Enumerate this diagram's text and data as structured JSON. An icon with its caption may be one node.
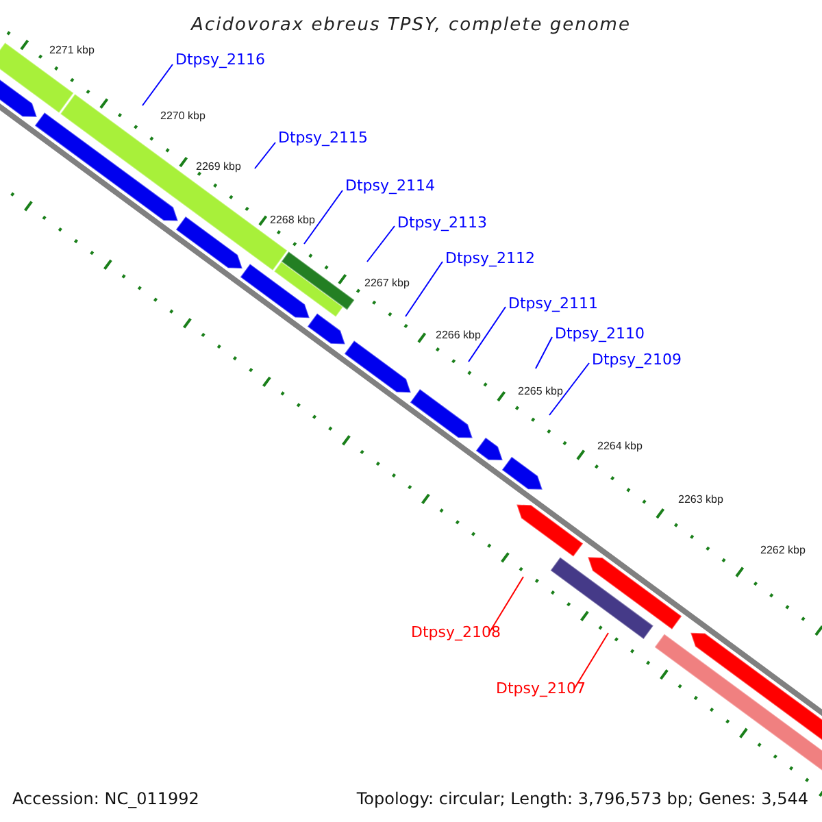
{
  "diagram": {
    "title": "Acidovorax ebreus TPSY, complete genome",
    "nodes": [
      {
        "text": [
          "Dtpsy_2116"
        ]
      },
      {
        "text": [
          "Dtpsy_2115"
        ]
      },
      {
        "text": [
          "Dtpsy_2114"
        ]
      },
      {
        "text": [
          "Dtpsy_2113"
        ]
      },
      {
        "text": [
          "Dtpsy_2112"
        ]
      },
      {
        "text": [
          "Dtpsy_2111"
        ]
      },
      {
        "text": [
          "Dtpsy_2110"
        ]
      },
      {
        "text": [
          "Dtpsy_2109"
        ]
      },
      {
        "text": [
          "Dtpsy_2108"
        ]
      },
      {
        "text": [
          "Dtpsy_2107"
        ]
      }
    ],
    "edges": [
      {
        "from": 0,
        "to": null,
        "arrow": "none"
      },
      {
        "from": 1,
        "to": null,
        "arrow": "none"
      },
      {
        "from": 2,
        "to": null,
        "arrow": "none"
      },
      {
        "from": 3,
        "to": null,
        "arrow": "none"
      },
      {
        "from": 4,
        "to": null,
        "arrow": "none"
      },
      {
        "from": 5,
        "to": null,
        "arrow": "none"
      },
      {
        "from": 6,
        "to": null,
        "arrow": "none"
      },
      {
        "from": 7,
        "to": null,
        "arrow": "none"
      },
      {
        "from": 8,
        "to": null,
        "arrow": "none",
        "color": "#ff0000"
      },
      {
        "from": 9,
        "to": null,
        "arrow": "none",
        "color": "#ff0000"
      }
    ],
    "labels": [
      "2271 kbp",
      "2270 kbp",
      "2269 kbp",
      "2268 kbp",
      "2267 kbp",
      "2266 kbp",
      "2265 kbp",
      "2264 kbp",
      "2263 kbp",
      "2262 kbp",
      "Accession: NC_011992",
      "Topology: circular; Length: 3,796,573 bp; Genes: 3,544"
    ]
  }
}
